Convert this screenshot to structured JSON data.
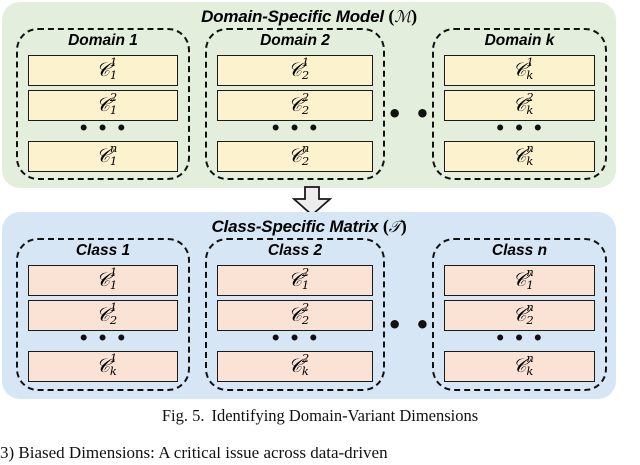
{
  "figure": {
    "caption_label": "Fig. 5.",
    "caption_text": "Identifying Domain-Variant Dimensions",
    "colors": {
      "domain_panel_bg": "#E4EEDC",
      "class_panel_bg": "#D7E6F5",
      "domain_cell_bg": "#FDF2CE",
      "class_cell_bg": "#FAE2D5",
      "outline": "#111111",
      "arrow_fill": "#EDEDED"
    }
  },
  "domain_section": {
    "title_text": "Domain-Specific Model",
    "title_symbol": "ℳ",
    "open_paren": "(",
    "close_paren": ")",
    "ellipsis": "• • •",
    "groups": [
      {
        "label": "Domain 1",
        "cells": [
          {
            "base": "𝒞",
            "sup": "1",
            "sub": "1"
          },
          {
            "base": "𝒞",
            "sup": "2",
            "sub": "1"
          },
          {
            "base": "𝒞",
            "sup": "n",
            "sub": "1"
          }
        ],
        "vertical_ellipsis": "• • •"
      },
      {
        "label": "Domain 2",
        "cells": [
          {
            "base": "𝒞",
            "sup": "1",
            "sub": "2"
          },
          {
            "base": "𝒞",
            "sup": "2",
            "sub": "2"
          },
          {
            "base": "𝒞",
            "sup": "n",
            "sub": "2"
          }
        ],
        "vertical_ellipsis": "• • •"
      },
      {
        "label": "Domain k",
        "cells": [
          {
            "base": "𝒞",
            "sup": "1",
            "sub": "k"
          },
          {
            "base": "𝒞",
            "sup": "2",
            "sub": "k"
          },
          {
            "base": "𝒞",
            "sup": "n",
            "sub": "k"
          }
        ],
        "vertical_ellipsis": "• • •"
      }
    ]
  },
  "class_section": {
    "title_text": "Class-Specific Matrix",
    "title_symbol": "𝒯",
    "open_paren": "(",
    "close_paren": ")",
    "ellipsis": "• • •",
    "groups": [
      {
        "label": "Class 1",
        "cells": [
          {
            "base": "𝒞",
            "sup": "1",
            "sub": "1"
          },
          {
            "base": "𝒞",
            "sup": "1",
            "sub": "2"
          },
          {
            "base": "𝒞",
            "sup": "1",
            "sub": "k"
          }
        ],
        "vertical_ellipsis": "• • •"
      },
      {
        "label": "Class 2",
        "cells": [
          {
            "base": "𝒞",
            "sup": "2",
            "sub": "1"
          },
          {
            "base": "𝒞",
            "sup": "2",
            "sub": "2"
          },
          {
            "base": "𝒞",
            "sup": "2",
            "sub": "k"
          }
        ],
        "vertical_ellipsis": "• • •"
      },
      {
        "label": "Class n",
        "cells": [
          {
            "base": "𝒞",
            "sup": "n",
            "sub": "1"
          },
          {
            "base": "𝒞",
            "sup": "n",
            "sub": "2"
          },
          {
            "base": "𝒞",
            "sup": "n",
            "sub": "k"
          }
        ],
        "vertical_ellipsis": "• • •"
      }
    ]
  },
  "body": {
    "partial_line": "3)  Biased Dimensions:  A critical issue across data-driven"
  }
}
